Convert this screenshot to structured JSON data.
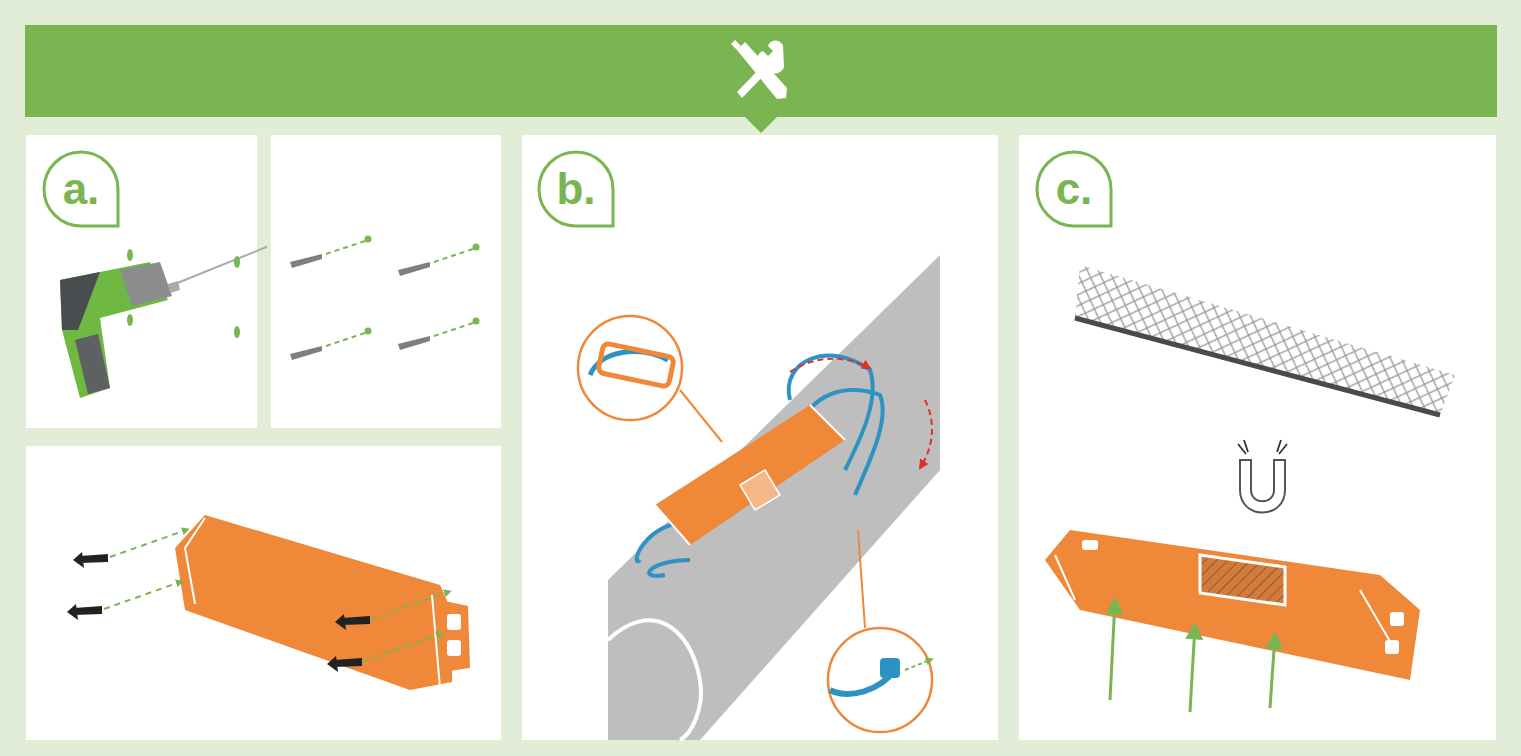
{
  "diagram": {
    "nodes": [
      {
        "text": [
          "a."
        ]
      },
      {
        "text": [
          "b."
        ]
      },
      {
        "text": [
          "c."
        ]
      }
    ]
  }
}
